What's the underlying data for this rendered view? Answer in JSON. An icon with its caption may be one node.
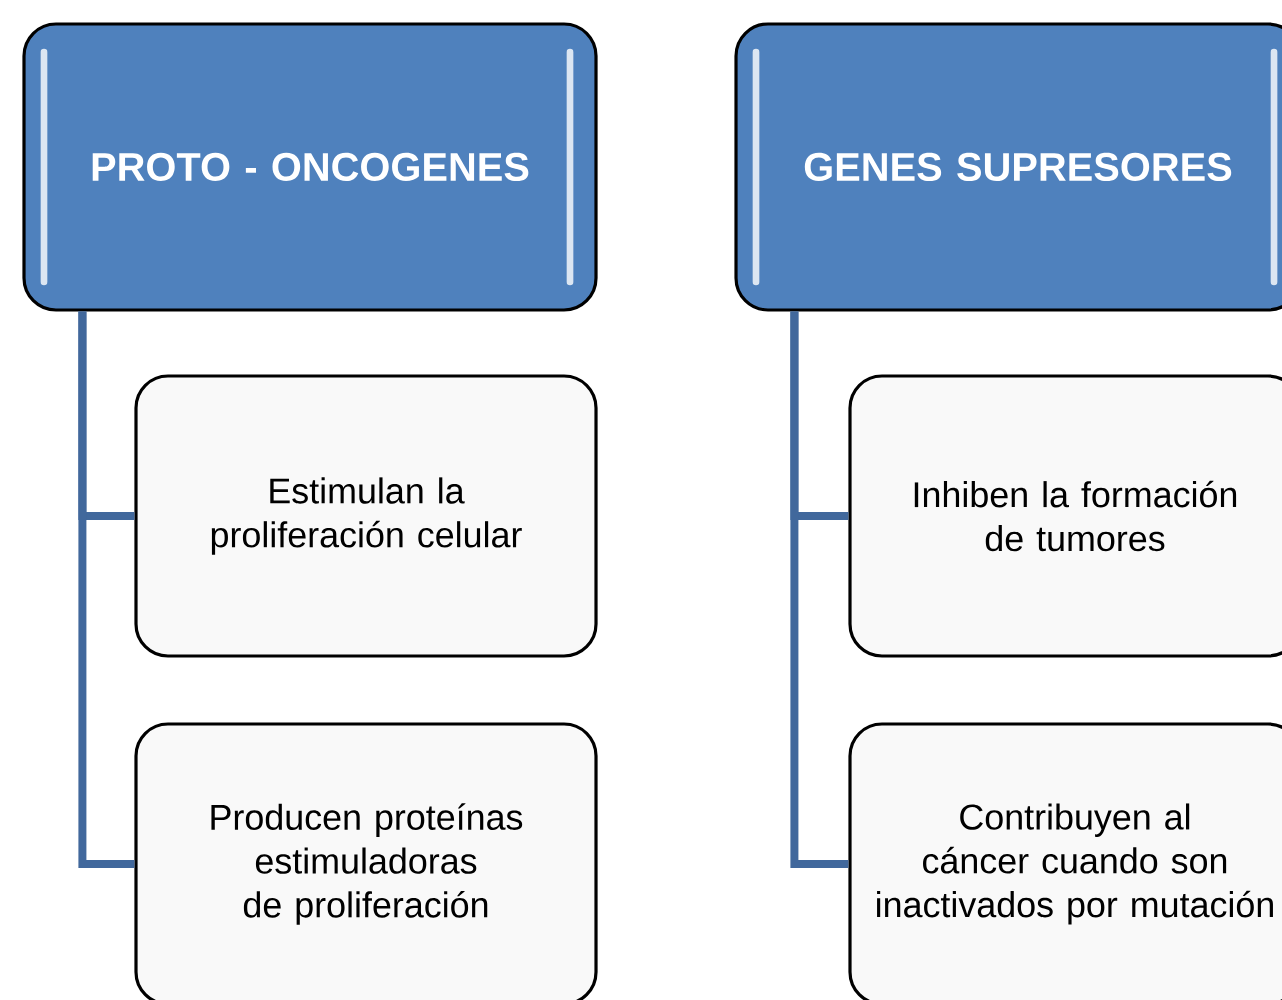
{
  "diagram": {
    "nodes": [
      {
        "text": [
          "PROTO - ONCOGENES"
        ]
      },
      {
        "text": [
          "Estimulan la proliferación celular"
        ]
      },
      {
        "text": [
          "Producen proteínas estimuladoras de proliferación"
        ]
      },
      {
        "text": [
          "GENES SUPRESORES"
        ]
      },
      {
        "text": [
          "Inhiben la formación de tumores"
        ]
      },
      {
        "text": [
          "Contribuyen al cáncer cuando son inactivados por mutación"
        ]
      }
    ],
    "edges": [
      {
        "from": 0,
        "to": 1,
        "arrow": "none"
      },
      {
        "from": 0,
        "to": 2,
        "arrow": "none"
      },
      {
        "from": 3,
        "to": 4,
        "arrow": "none"
      },
      {
        "from": 3,
        "to": 5,
        "arrow": "none"
      }
    ]
  }
}
